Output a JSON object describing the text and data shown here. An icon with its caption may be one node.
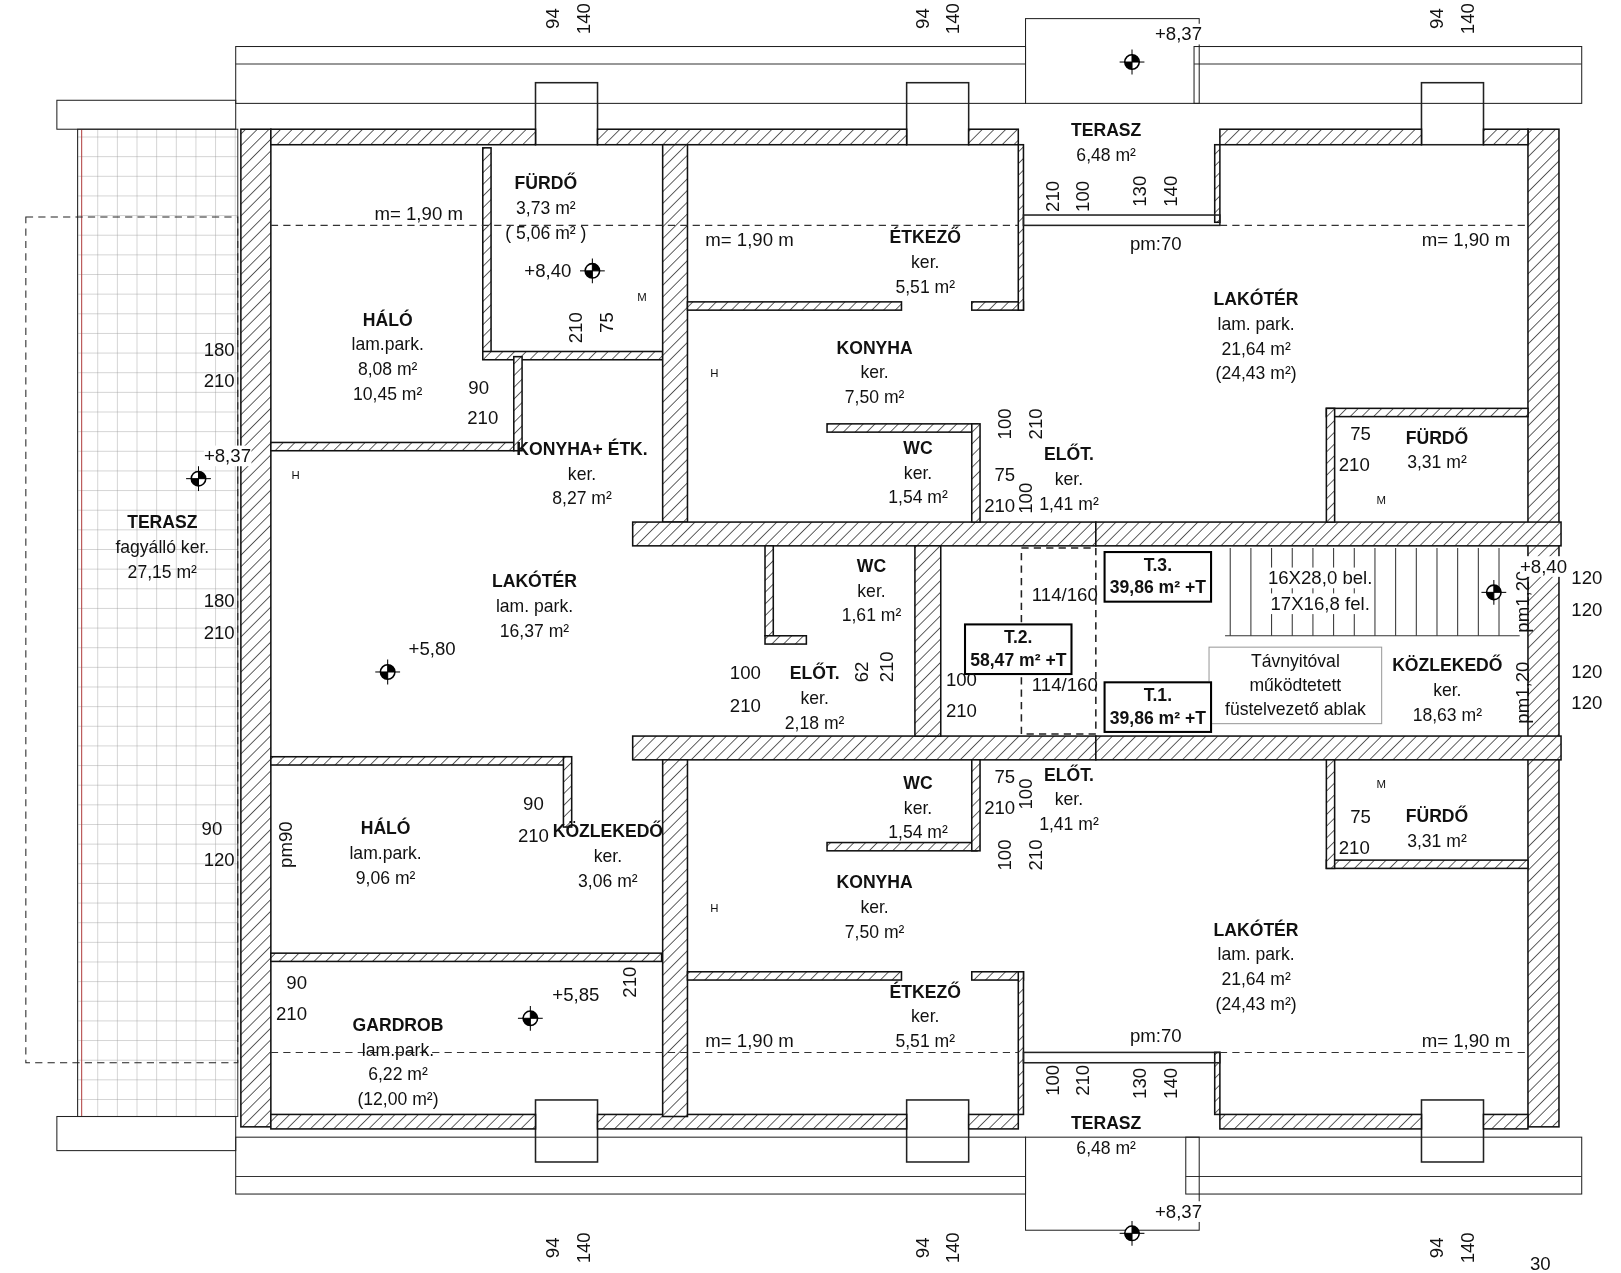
{
  "diagram": {
    "nodes": [
      {
        "text": [
          "TERASZ",
          "6,48 m²"
        ]
      },
      {
        "text": [
          "FÜRDŐ",
          "3,73 m²",
          "( 5,06 m² )"
        ]
      },
      {
        "text": [
          "ÉTKEZŐ",
          "ker.",
          "5,51 m²"
        ]
      },
      {
        "text": [
          "HÁLÓ",
          "lam.park.",
          "8,08 m²",
          "10,45 m²"
        ]
      },
      {
        "text": [
          "LAKÓTÉR",
          "lam. park.",
          "21,64 m²",
          "(24,43 m²)"
        ]
      },
      {
        "text": [
          "KONYHA",
          "ker.",
          "7,50 m²"
        ]
      },
      {
        "text": [
          "KONYHA+ ÉTK.",
          "ker.",
          "8,27 m²"
        ]
      },
      {
        "text": [
          "WC",
          "ker.",
          "1,54 m²"
        ]
      },
      {
        "text": [
          "ELŐT.",
          "ker.",
          "1,41 m²"
        ]
      },
      {
        "text": [
          "FÜRDŐ",
          "3,31 m²"
        ]
      },
      {
        "text": [
          "TERASZ",
          "fagyálló ker.",
          "27,15 m²"
        ]
      },
      {
        "text": [
          "LAKÓTÉR",
          "lam. park.",
          "16,37 m²"
        ]
      },
      {
        "text": [
          "WC",
          "ker.",
          "1,61 m²"
        ]
      },
      {
        "text": [
          "T.3.",
          "39,86 m² +T"
        ]
      },
      {
        "text": [
          "T.2.",
          "58,47 m² +T"
        ]
      },
      {
        "text": [
          "ELŐT.",
          "ker.",
          "2,18 m²"
        ]
      },
      {
        "text": [
          "Távnyitóval működtetett füstelvezető ablak"
        ]
      },
      {
        "text": [
          "T.1.",
          "39,86 m² +T"
        ]
      },
      {
        "text": [
          "KÖZLEKEDŐ",
          "ker.",
          "18,63 m²"
        ]
      },
      {
        "text": [
          "HÁLÓ",
          "lam.park.",
          "9,06 m²"
        ]
      },
      {
        "text": [
          "KÖZLEKEDŐ",
          "ker.",
          "3,06 m²"
        ]
      },
      {
        "text": [
          "WC",
          "ker.",
          "1,54 m²"
        ]
      },
      {
        "text": [
          "ELŐT.",
          "ker.",
          "1,41 m²"
        ]
      },
      {
        "text": [
          "FÜRDŐ",
          "3,31 m²"
        ]
      },
      {
        "text": [
          "KONYHA",
          "ker.",
          "7,50 m²"
        ]
      },
      {
        "text": [
          "LAKÓTÉR",
          "lam. park.",
          "21,64 m²",
          "(24,43 m²)"
        ]
      },
      {
        "text": [
          "GARDROB",
          "lam.park.",
          "6,22 m²",
          "(12,00 m²)"
        ]
      },
      {
        "text": [
          "ÉTKEZŐ",
          "ker.",
          "5,51 m²"
        ]
      },
      {
        "text": [
          "TERASZ",
          "6,48 m²"
        ]
      }
    ],
    "labels": [
      "94",
      "140",
      "94",
      "140",
      "+8,37",
      "94",
      "140",
      "210",
      "100",
      "130",
      "140",
      "m= 1,90 m",
      "m= 1,90 m",
      "pm:70",
      "m= 1,90 m",
      "+8,40",
      "M",
      "210",
      "75",
      "180",
      "H",
      "210",
      "90",
      "210",
      "100",
      "210",
      "75",
      "+8,37",
      "210",
      "H",
      "75",
      "100",
      "210",
      "M",
      "180",
      "114/160",
      "16X28,0 bel.",
      "17X16,8 fel.",
      "pm1,20",
      "+8,40",
      "120",
      "120",
      "210",
      "+5,80",
      "62",
      "210",
      "100",
      "120",
      "100",
      "114/160",
      "pm1,20",
      "210",
      "210",
      "120",
      "75",
      "M",
      "100",
      "90",
      "210",
      "75",
      "90",
      "210",
      "pm90",
      "210",
      "120",
      "100",
      "210",
      "H",
      "90",
      "210",
      "+5,85",
      "210",
      "m= 1,90 m",
      "pm:70",
      "m= 1,90 m",
      "100",
      "210",
      "130",
      "140",
      "+8,37",
      "94",
      "140",
      "94",
      "140",
      "94",
      "140",
      "30"
    ]
  }
}
